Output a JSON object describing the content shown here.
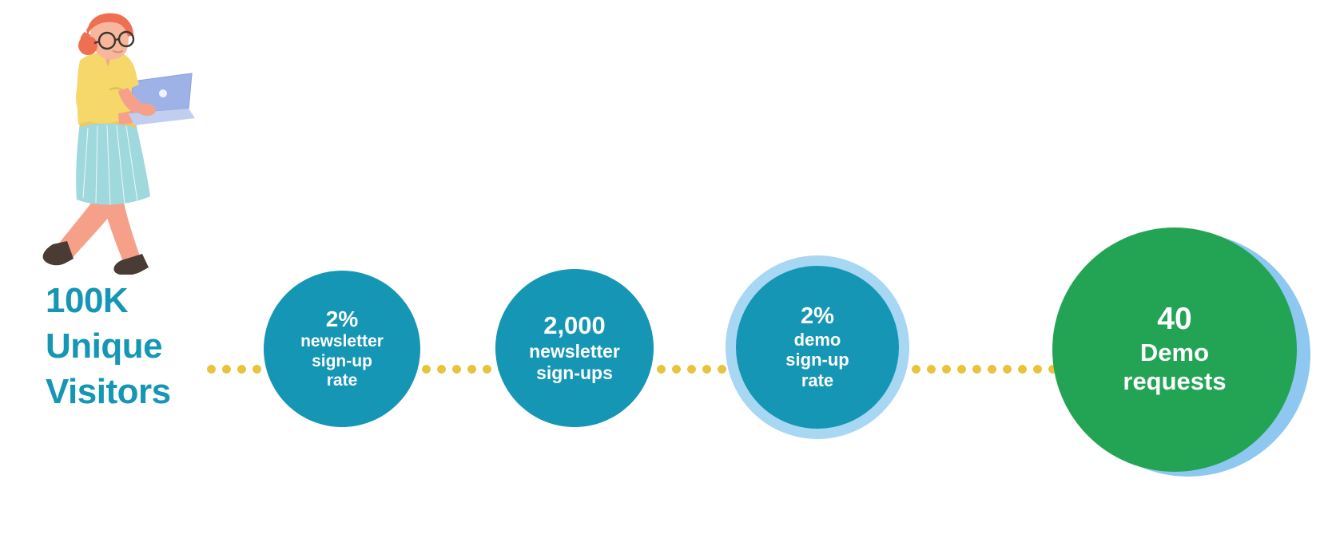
{
  "headline": {
    "lines": [
      "100K",
      "Unique",
      "Visitors"
    ],
    "color": "#1596b4"
  },
  "illustration": {
    "name": "woman-walking-with-laptop-illustration",
    "hair_color": "#ef6f52",
    "shirt_color": "#f6d86a",
    "skirt_color": "#9fd8dd",
    "skin_color": "#f6a08a",
    "laptop_color": "#a9b9ea",
    "shoe_color": "#4a3b34"
  },
  "colors": {
    "teal": "#1596b4",
    "green": "#23a455",
    "light_blue_ring": "#a7d7f2",
    "shadow_blue": "#8ec7f0",
    "dot_gold": "#e6c43c",
    "text_white": "#ffffff",
    "background": "#ffffff"
  },
  "connectors": [
    {
      "name": "connector-visitors-to-step1",
      "style": "dotted",
      "color": "#e6c43c"
    },
    {
      "name": "connector-step1-to-step2",
      "style": "dotted",
      "color": "#e6c43c"
    },
    {
      "name": "connector-step2-to-step3",
      "style": "dotted",
      "color": "#e6c43c"
    },
    {
      "name": "connector-step3-to-step4",
      "style": "dotted",
      "color": "#e6c43c"
    }
  ],
  "nodes": [
    {
      "id": "step-1",
      "value": "2%",
      "label_lines": [
        "newsletter",
        "sign-up",
        "rate"
      ],
      "fill": "#1596b4",
      "ring": false
    },
    {
      "id": "step-2",
      "value": "2,000",
      "label_lines": [
        "newsletter",
        "sign-ups"
      ],
      "fill": "#1596b4",
      "ring": false
    },
    {
      "id": "step-3",
      "value": "2%",
      "label_lines": [
        "demo",
        "sign-up",
        "rate"
      ],
      "fill": "#1596b4",
      "ring": true,
      "ring_color": "#a7d7f2"
    },
    {
      "id": "step-4",
      "value": "40",
      "label_lines": [
        "Demo",
        "requests"
      ],
      "fill": "#23a455",
      "ring": false,
      "shadow_color": "#8ec7f0"
    }
  ],
  "chart_data": {
    "type": "diagram",
    "title": "Conversion funnel from unique visitors to demo requests",
    "stages": [
      {
        "name": "Unique Visitors",
        "value": 100000,
        "display": "100K",
        "unit": "visitors"
      },
      {
        "name": "newsletter sign-up rate",
        "value": 2,
        "display": "2%",
        "unit": "percent"
      },
      {
        "name": "newsletter sign-ups",
        "value": 2000,
        "display": "2,000",
        "unit": "count"
      },
      {
        "name": "demo sign-up rate",
        "value": 2,
        "display": "2%",
        "unit": "percent"
      },
      {
        "name": "Demo requests",
        "value": 40,
        "display": "40",
        "unit": "count"
      }
    ]
  }
}
